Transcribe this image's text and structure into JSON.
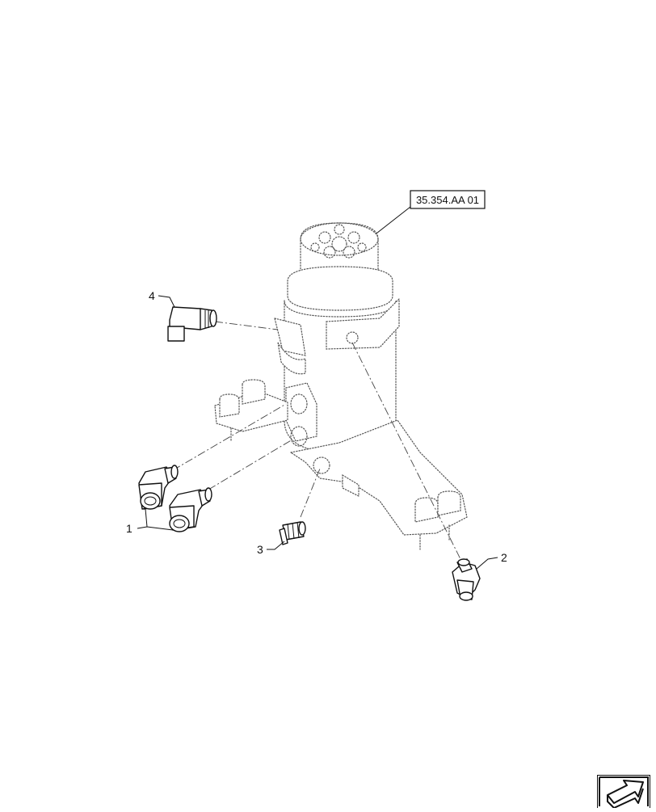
{
  "reference_label": "35.354.AA 01",
  "callouts": [
    {
      "id": "1",
      "label": "1"
    },
    {
      "id": "2",
      "label": "2"
    },
    {
      "id": "3",
      "label": "3"
    },
    {
      "id": "4",
      "label": "4"
    }
  ],
  "nav_icon": "next-page-arrow-icon"
}
